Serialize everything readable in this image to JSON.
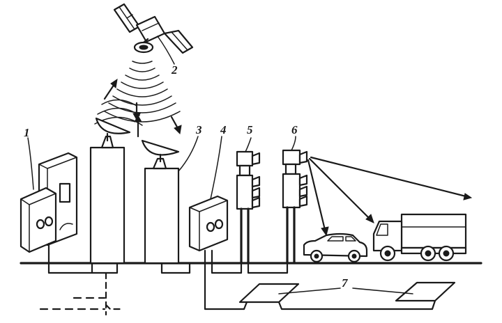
{
  "labels": {
    "item1": "1",
    "item2": "2",
    "item3": "3",
    "item4": "4",
    "item5": "5",
    "item6": "6",
    "item7": "7"
  },
  "icons": [
    "satellite-icon",
    "dish-antenna-icon",
    "traffic-light-icon",
    "car-icon",
    "truck-icon",
    "roadside-cabinet-icon",
    "loop-detector-icon"
  ]
}
